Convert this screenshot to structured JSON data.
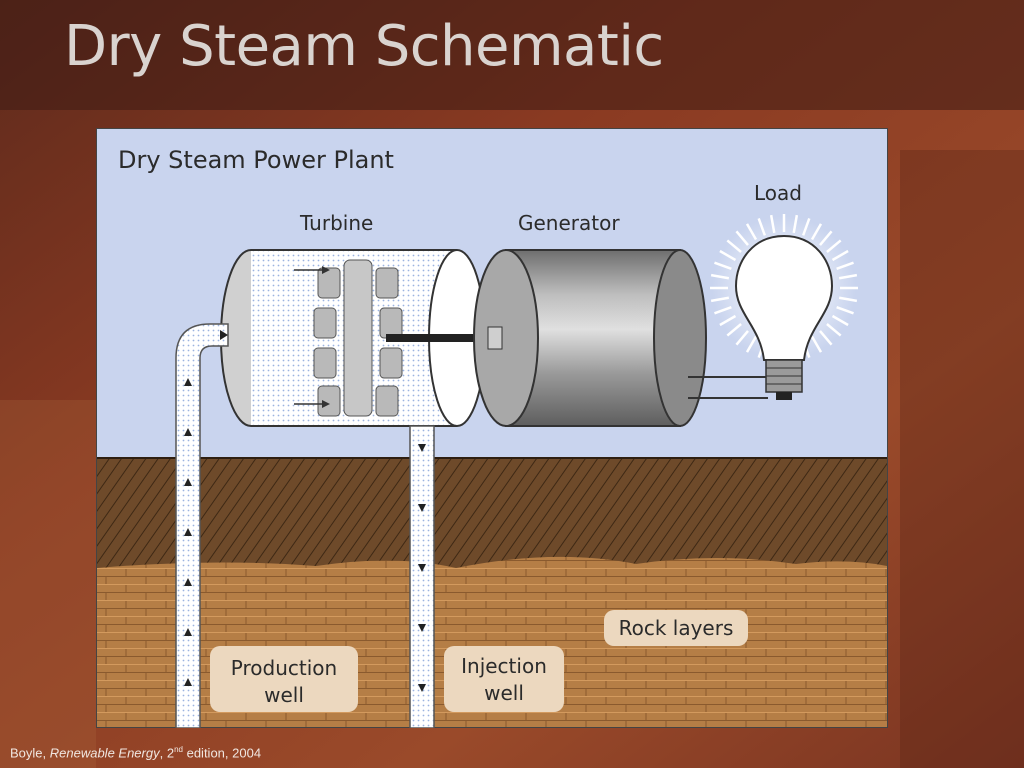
{
  "slide": {
    "title": "Dry Steam Schematic",
    "citation": {
      "author": "Boyle, ",
      "book": "Renewable Energy",
      "edition_num": ", 2",
      "edition_sup": "nd",
      "rest": " edition, 2004"
    }
  },
  "diagram": {
    "title": "Dry Steam Power Plant",
    "labels": {
      "turbine": "Turbine",
      "generator": "Generator",
      "load": "Load",
      "production_well_line1": "Production",
      "production_well_line2": "well",
      "injection_well_line1": "Injection",
      "injection_well_line2": "well",
      "rock_layers": "Rock layers"
    }
  },
  "colors": {
    "slide_background": "#7a3320",
    "sky": "#c9d4ee",
    "soil": "#6e4a2a",
    "rock": "#b57e46",
    "label_box": "#ecd8bf"
  }
}
